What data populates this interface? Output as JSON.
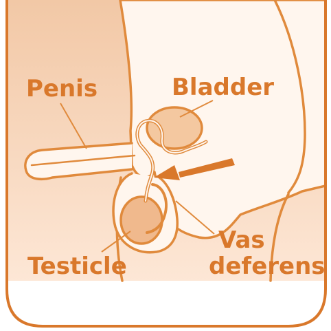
{
  "labels": {
    "penis": "Penis",
    "bladder": "Bladder",
    "testicle": "Testicle",
    "vas_line1": "Vas",
    "vas_line2": "deferens"
  },
  "colors": {
    "frame": "#d9782b",
    "outline": "#e08a3c",
    "label": "#d9782b",
    "background_top": "#f2c8a6",
    "background_bottom": "#fde7d6",
    "body_fill": "#fff6ee",
    "bladder_fill": "#f4c8a0",
    "testicle_fill": "#f0b98d",
    "arrow": "#d9782b"
  }
}
